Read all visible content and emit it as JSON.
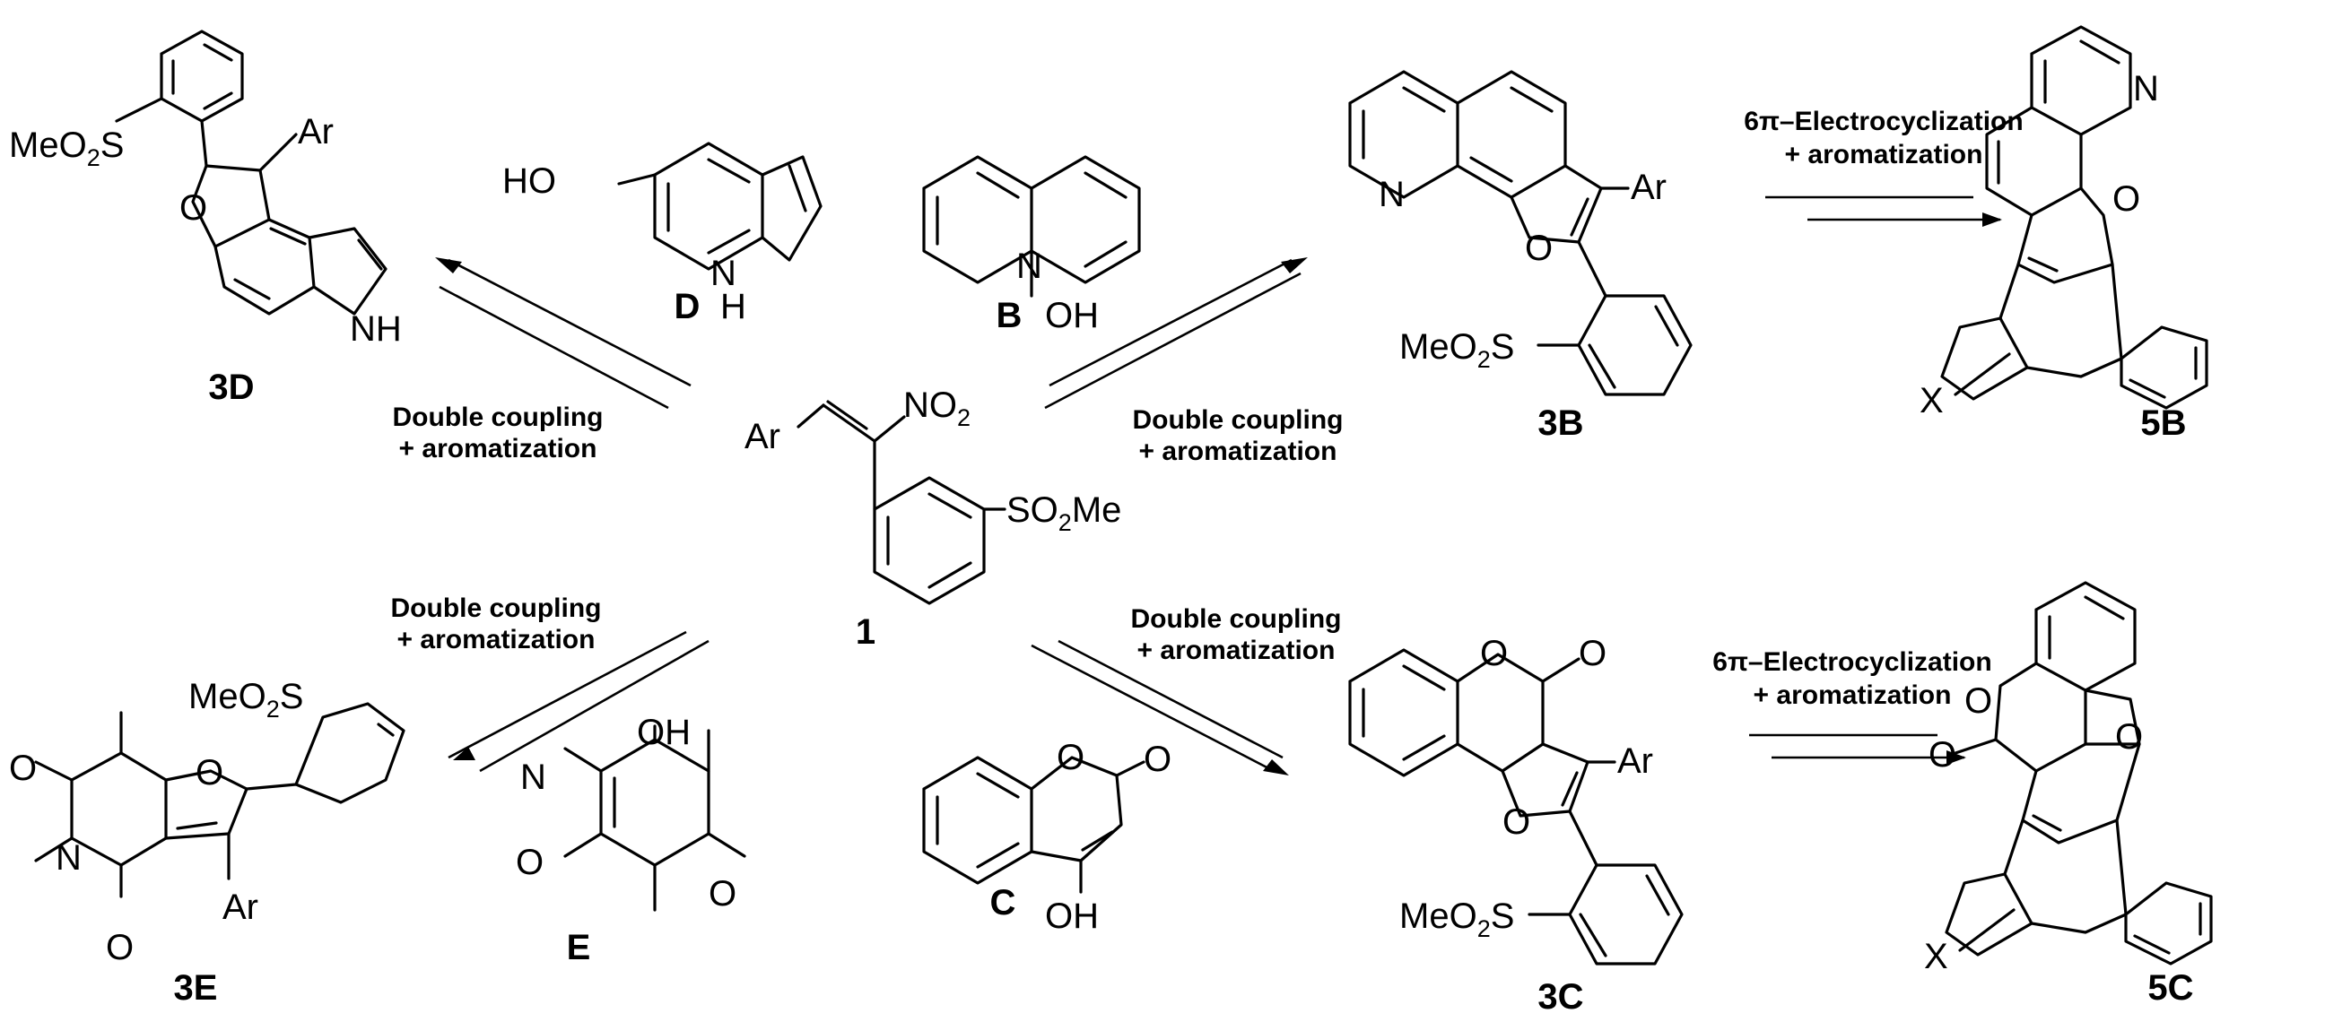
{
  "compounds": {
    "c1": "1",
    "B": "B",
    "C": "C",
    "D": "D",
    "E": "E",
    "p3B": "3B",
    "p3C": "3C",
    "p3D": "3D",
    "p3E": "3E",
    "p5B": "5B",
    "p5C": "5C"
  },
  "atoms": {
    "ar": "Ar",
    "no2": "NO",
    "no2_sub": "2",
    "so2me_a": "SO",
    "so2me_sub": "2",
    "so2me_b": "Me",
    "meo2s_a": "MeO",
    "meo2s_sub": "2",
    "meo2s_b": "S",
    "O": "O",
    "N": "N",
    "H": "H",
    "NH": "NH",
    "OH": "OH",
    "HO": "HO",
    "X": "X"
  },
  "conditions": {
    "double_coupling": "Double coupling",
    "aromatization": "+ aromatization",
    "electrocyclization_prefix": "6π–Electrocyclization"
  }
}
